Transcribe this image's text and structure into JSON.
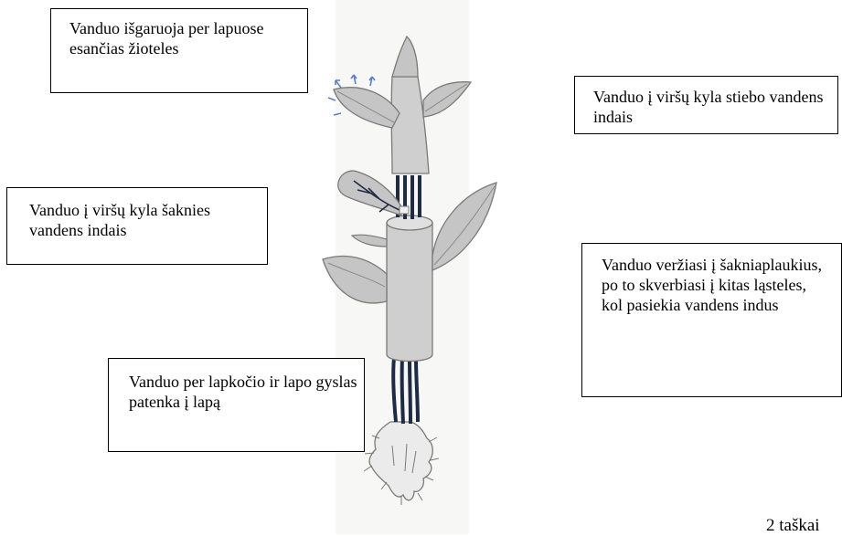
{
  "labels": {
    "stomata": "Vanduo išgaruoja per lapuose esančias žioteles",
    "stem_vessels": "Vanduo į viršų kyla stiebo vandens indais",
    "root_vessels": "Vanduo į viršų kyla šaknies vandens indais",
    "root_hairs": "Vanduo veržiasi į šakniaplaukius, po to skverbiasi į kitas ląsteles, kol pasiekia vandens indus",
    "leaf_veins": "Vanduo per lapkočio ir lapo gyslas patenka į lapą"
  },
  "page_number": "2 taškai",
  "colors": {
    "leaf": "#c5c5c5",
    "stem": "#cfcfcf",
    "vessel": "#1f2a44",
    "arrow": "#5b7fc4",
    "background_panel": "#f7f7f5"
  }
}
